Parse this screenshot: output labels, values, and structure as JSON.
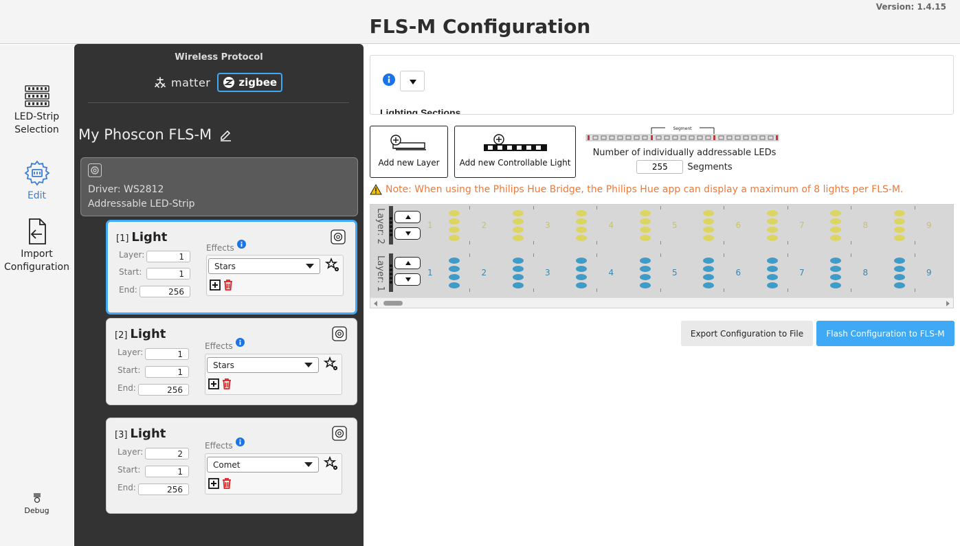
{
  "header": {
    "version": "Version: 1.4.15",
    "title": "FLS-M Configuration"
  },
  "nav": {
    "items": [
      {
        "label_line1": "LED-Strip",
        "label_line2": "Selection",
        "icon": "led-strip-icon"
      },
      {
        "label_line1": "Edit",
        "label_line2": "",
        "icon": "edit-gear-icon",
        "active": true
      },
      {
        "label_line1": "Import",
        "label_line2": "Configuration",
        "icon": "import-file-icon"
      },
      {
        "label_line1": "Debug",
        "label_line2": "",
        "icon": "debug-icon"
      }
    ]
  },
  "panel": {
    "wireless_title": "Wireless Protocol",
    "protocol_matter": "matter",
    "protocol_zigbee": "zigbee",
    "device_name": "My Phoscon FLS-M",
    "driver_line1": "Driver: WS2812",
    "driver_line2": "Addressable LED-Strip"
  },
  "lights": [
    {
      "index": "[1]",
      "title": "Light",
      "layer_label": "Layer:",
      "layer": "1",
      "start_label": "Start:",
      "start": "1",
      "end_label": "End:",
      "end": "256",
      "effects_label": "Effects",
      "effect": "Stars"
    },
    {
      "index": "[2]",
      "title": "Light",
      "layer_label": "Layer:",
      "layer": "1",
      "start_label": "Start:",
      "start": "1",
      "end_label": "End:",
      "end": "256",
      "effects_label": "Effects",
      "effect": "Stars"
    },
    {
      "index": "[3]",
      "title": "Light",
      "layer_label": "Layer:",
      "layer": "2",
      "start_label": "Start:",
      "start": "1",
      "end_label": "End:",
      "end": "256",
      "effects_label": "Effects",
      "effect": "Comet"
    }
  ],
  "main": {
    "sections_title": "Lighting Sections",
    "add_layer": "Add new Layer",
    "add_light": "Add new Controllable Light",
    "segment_caption": "Segment",
    "leds_caption": "Number of individually addressable LEDs",
    "segments_value": "255",
    "segments_label": "Segments",
    "warning": "Note: When using the Philips Hue Bridge, the Philips Hue app can display a maximum of 8 lights per FLS-M.",
    "layers": [
      {
        "label": "Layer: 2",
        "color": "#ece567",
        "led_color": "#dcd561",
        "num_color": "#c9c26a"
      },
      {
        "label": "Layer: 1",
        "color": "#4aaad8",
        "led_color": "#3f9bc7",
        "num_color": "#3b86ab"
      }
    ],
    "segment_numbers": [
      "1",
      "2",
      "3",
      "4",
      "5",
      "6",
      "7",
      "8",
      "9"
    ],
    "export_btn": "Export Configuration to File",
    "flash_btn": "Flash Configuration to FLS-M"
  },
  "colors": {
    "accent": "#3fa9f5",
    "panel": "#333333",
    "warning": "#ee7a3a",
    "danger": "#e02020"
  }
}
